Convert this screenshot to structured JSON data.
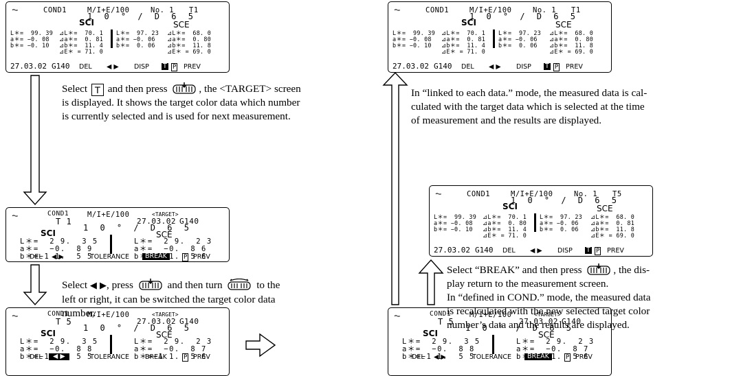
{
  "screens": {
    "common": {
      "power_icon": "power-status-icon",
      "cond": "COND1",
      "mode": "M/I+E/100",
      "target_tag": "<TARGET>",
      "date": "27.03.02",
      "gain": "G140",
      "geometry": "1 0 ° / D 6 5",
      "sci": "SCI",
      "sce": "SCE",
      "del": "DEL",
      "arrows": "◀ ▶",
      "disp": "DISP",
      "tolerance": "TOLERANCE",
      "break": "BREAK",
      "t_key": "T",
      "p_key": "P",
      "prev": "PREV"
    },
    "meas_a": {
      "no": "No. 1",
      "tno": "T1",
      "left_col": "L＊=  99. 39\na＊= −0. 08\nb＊= −0. 10",
      "delta_l": "⊿L＊=  70. 1\n⊿a＊=  0. 81\n⊿b＊=  11. 4\n⊿E＊ = 71. 0",
      "right_col": "L＊=  97. 23\na＊= −0. 06\nb＊=  0. 06",
      "delta_r": "⊿L＊=  68. 0\n⊿a＊=  0. 80\n⊿b＊=  11. 8\n⊿E＊ = 69. 0"
    },
    "meas_b": {
      "no": "No. 1",
      "tno": "T5",
      "left_col": "L＊=  99. 39\na＊= −0. 08\nb＊= −0. 10",
      "delta_l": "⊿L＊=  70. 1\n⊿a＊=  0. 80\n⊿b＊=  11. 4\n⊿E＊ = 71. 0",
      "right_col": "L＊=  97. 23\na＊= −0. 06\nb＊=  0. 06",
      "delta_r": "⊿L＊=  68. 0\n⊿a＊=  0. 81\n⊿b＊=  11. 8\n⊿E＊ = 69. 0"
    },
    "target_t1": {
      "tno": "T 1",
      "left": "L＊=  2 9.  3 5\na＊=  −0.  8 9\nb＊=−1 1.  5 5",
      "right": "L＊=  2 9.  2 3\na＊=  −0.  8 6\nb＊=−1 1.  5 6"
    },
    "target_t5": {
      "tno": "T 5",
      "left": "L＊=  2 9.  3 5\na＊=  −0.  8 8\nb＊=−1 1.  5 5",
      "right": "L＊=  2 9.  2 3\na＊=  −0.  8 7\nb＊=−1 1.  5 6"
    }
  },
  "text": {
    "p1_a": "Select",
    "p1_b": "and then press",
    "p1_c": ", the <TARGET> screen",
    "p1_l2": "is displayed. It shows the target color data which number",
    "p1_l3": "is currently selected and is used for next measurement.",
    "p2_a": "Select",
    "p2_b": ", press",
    "p2_c": "and then turn",
    "p2_d": "to the",
    "p2_l2": "left or right, it can be switched the target color data",
    "p2_l3": "number.",
    "p3_l1": "In “linked to each data.” mode, the measured data is cal-",
    "p3_l2": "culated with the target data which is selected at the time",
    "p3_l3": "of measurement and the results are displayed.",
    "p4_a": "Select “BREAK” and then press",
    "p4_b": ", the dis-",
    "p4_l2": "play return to the measurement screen.",
    "p4_l3": "In “defined in COND.” mode, the measured data",
    "p4_l4": "is recalculated with the new selected target color",
    "p4_l5": "number’s data and the results are displayed."
  }
}
